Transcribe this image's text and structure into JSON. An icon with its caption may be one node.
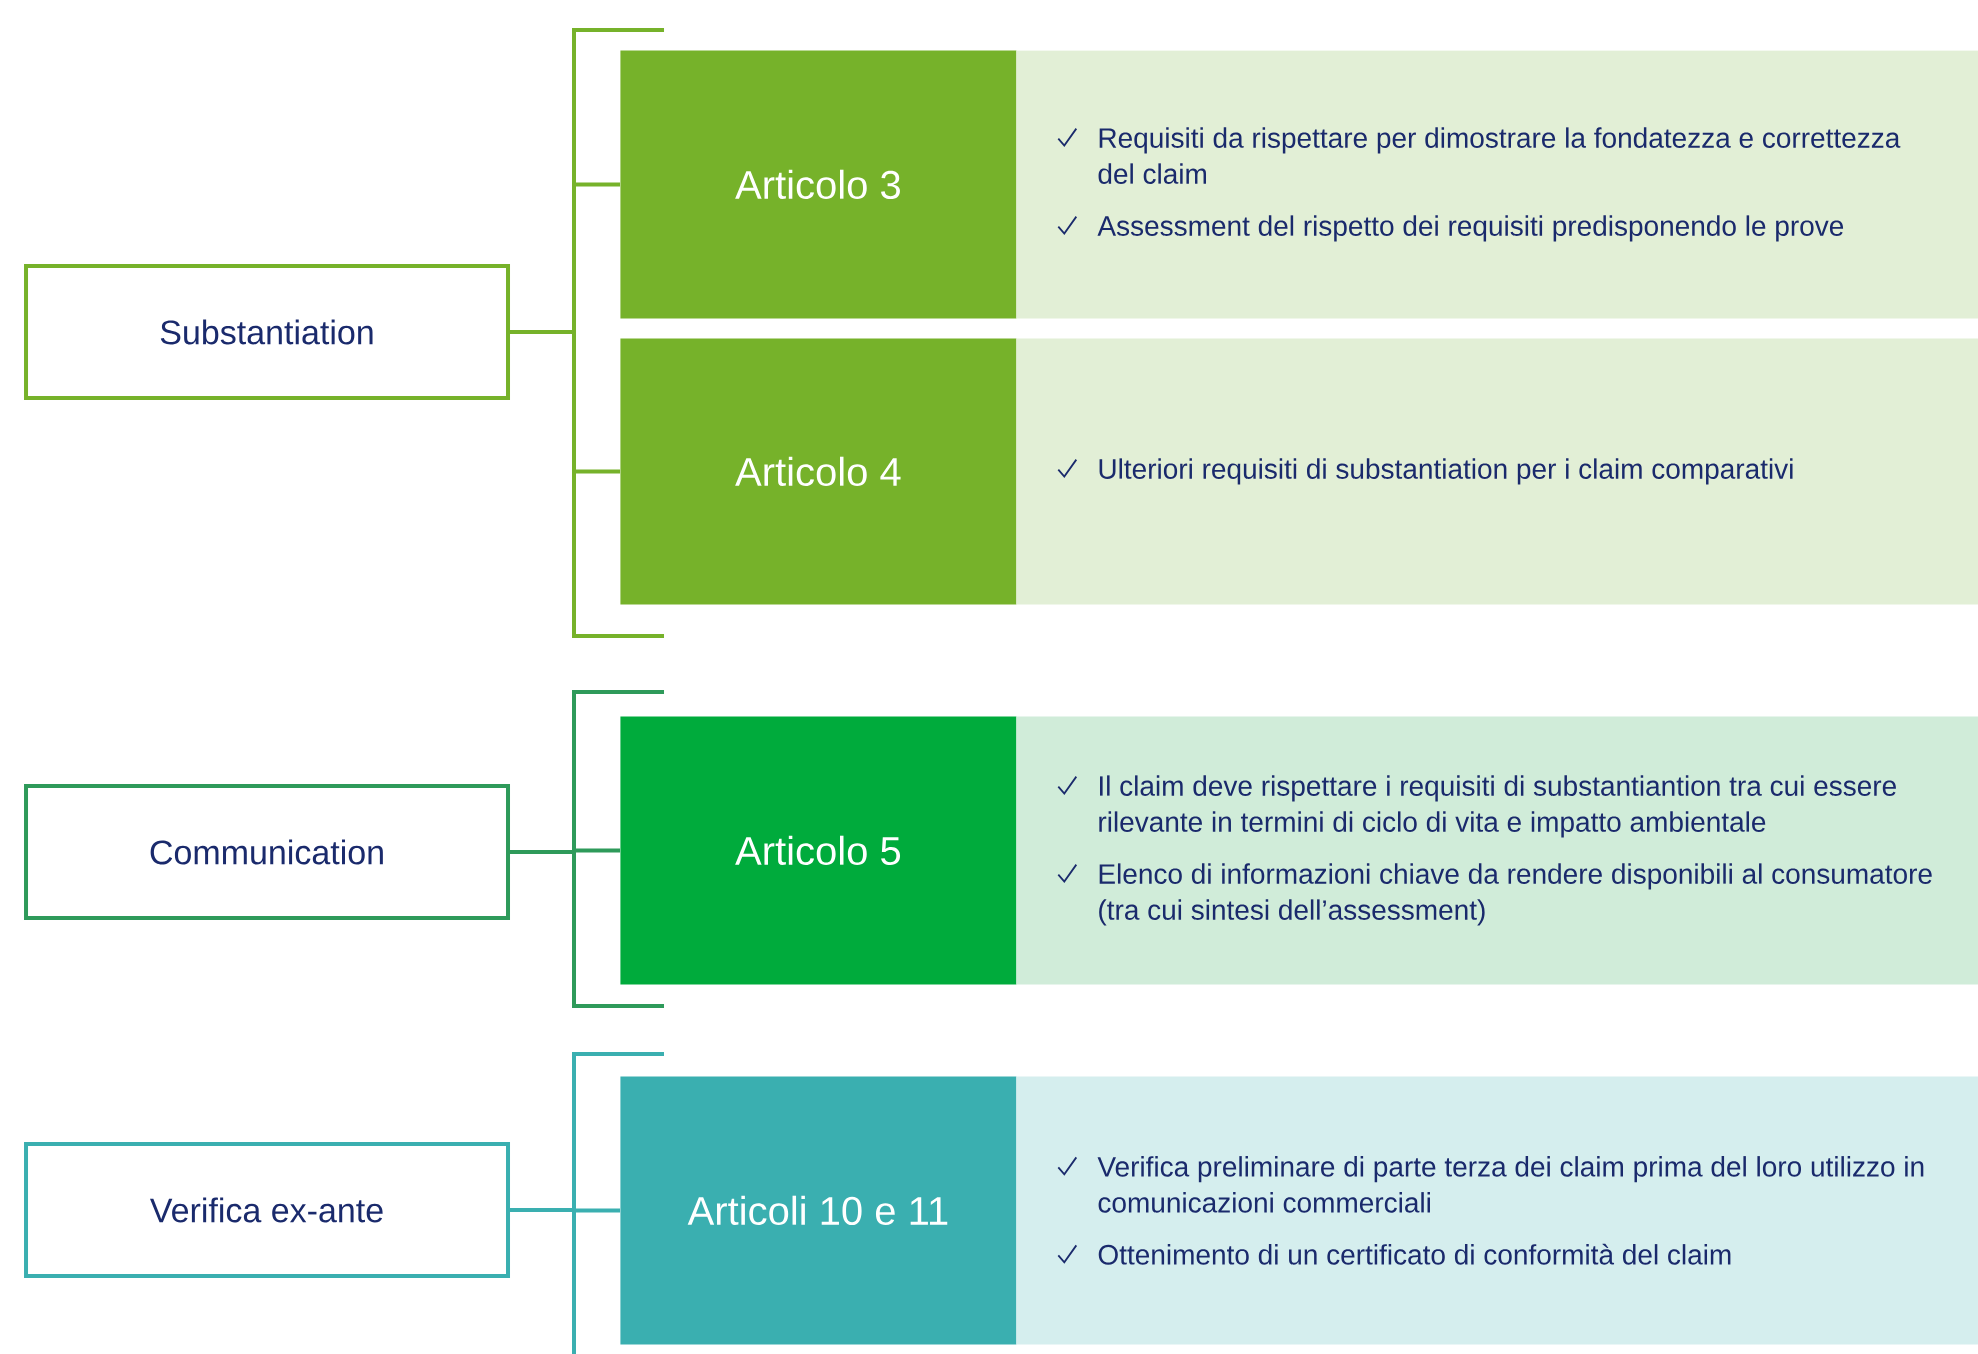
{
  "diagram": {
    "nodes": [
      {
        "text": [
          "Substantiation"
        ]
      },
      {
        "text": [
          "Articolo 3"
        ]
      },
      {
        "text": [
          "Requisiti da rispettare per dimostrare la fondatezza e correttezza del claim",
          "Assessment  del rispetto dei requisiti predisponendo le prove"
        ]
      },
      {
        "text": [
          "Articolo 4"
        ]
      },
      {
        "text": [
          "Ulteriori requisiti di substantiation per i claim comparativi"
        ]
      },
      {
        "text": [
          "Communication"
        ]
      },
      {
        "text": [
          "Articolo 5"
        ]
      },
      {
        "text": [
          "Il claim deve rispettare i requisiti di substantiantion tra cui essere rilevante in termini di ciclo di vita e impatto ambientale",
          "Elenco di informazioni chiave da rendere disponibili al consumatore (tra cui sintesi dell’assessment)"
        ]
      },
      {
        "text": [
          "Verifica ex-ante"
        ]
      },
      {
        "text": [
          "Articoli 10 e 11"
        ]
      },
      {
        "text": [
          "Verifica preliminare di parte terza dei claim prima del loro utilizzo in comunicazioni commerciali",
          "Ottenimento di un certificato di conformità del claim"
        ]
      }
    ],
    "edges": [
      {
        "from": 0,
        "to": 1,
        "arrow": "none"
      },
      {
        "from": 0,
        "to": 3,
        "arrow": "none"
      },
      {
        "from": 5,
        "to": 6,
        "arrow": "none",
        "color": "#2e9a5a"
      },
      {
        "from": 8,
        "to": 9,
        "arrow": "none",
        "color": "#3aafb0"
      }
    ]
  }
}
